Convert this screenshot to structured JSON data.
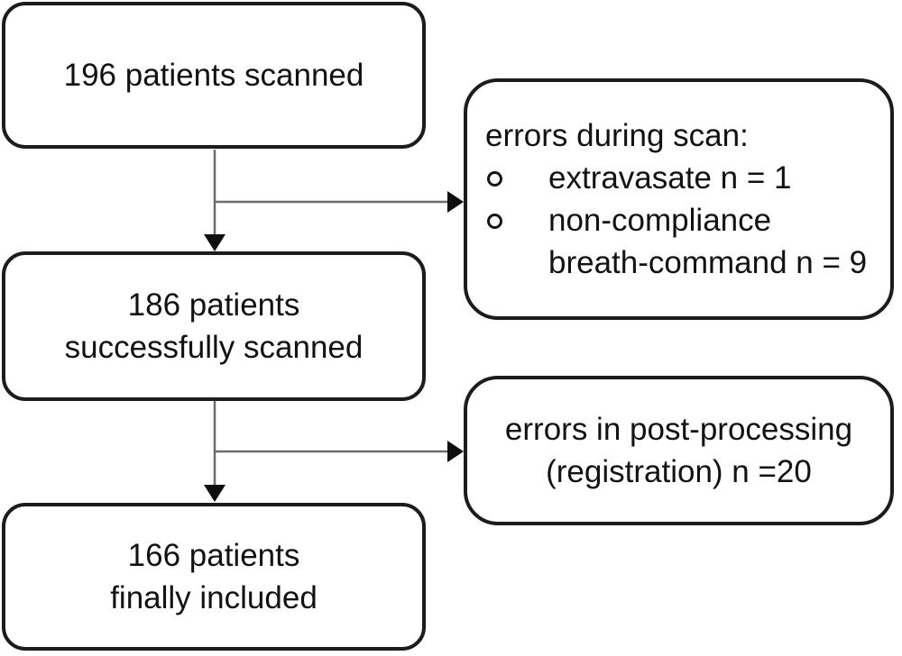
{
  "colors": {
    "background": "#ffffff",
    "box_border": "#1c1c1c",
    "text": "#121212",
    "connector_line": "#6b6b6b",
    "arrowhead": "#0f0f0f"
  },
  "flowchart": {
    "main_boxes": [
      {
        "lines": [
          "196 patients scanned"
        ]
      },
      {
        "lines": [
          "186 patients",
          "successfully scanned"
        ]
      },
      {
        "lines": [
          "166 patients",
          "finally included"
        ]
      }
    ],
    "side_boxes": [
      {
        "title": "errors during scan:",
        "bullets": [
          {
            "lines": [
              "extravasate n = 1"
            ]
          },
          {
            "lines": [
              "non-compliance",
              "breath-command n = 9"
            ]
          }
        ]
      },
      {
        "lines": [
          "errors in post-processing",
          "(registration) n =20"
        ]
      }
    ]
  }
}
